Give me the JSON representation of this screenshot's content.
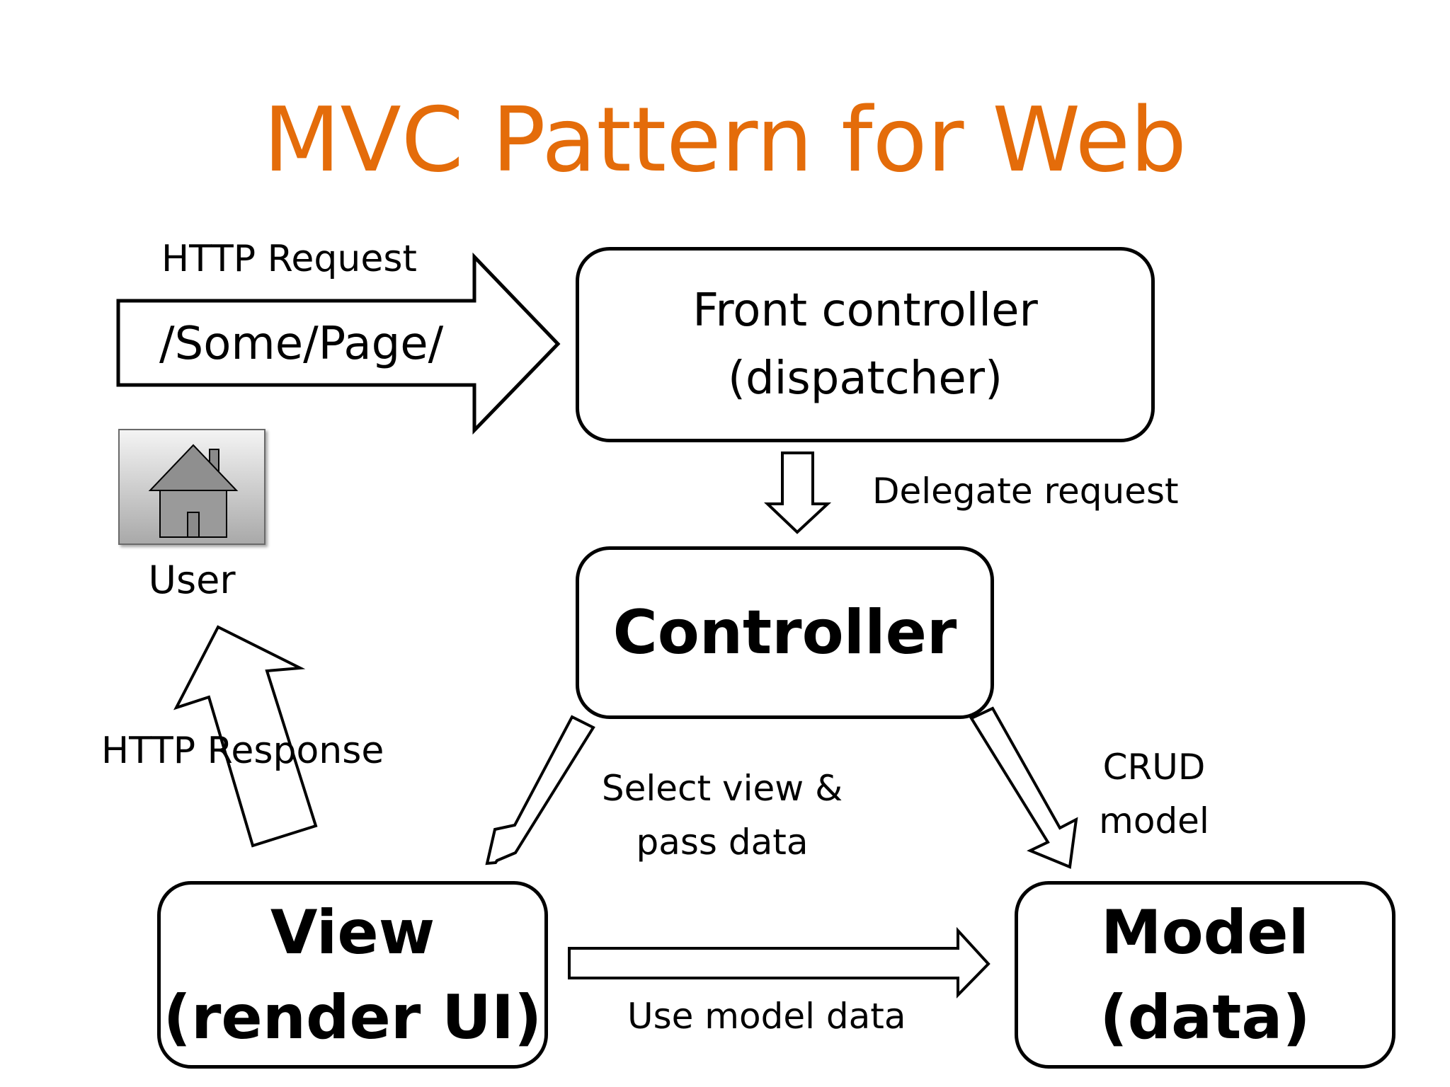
{
  "slide": {
    "title": "MVC Pattern for Web"
  },
  "nodes": {
    "front_controller": {
      "line1": "Front controller",
      "line2": "(dispatcher)"
    },
    "controller": {
      "label": "Controller"
    },
    "view": {
      "line1": "View",
      "line2": "(render UI)"
    },
    "model": {
      "line1": "Model",
      "line2": "(data)"
    },
    "user": {
      "label": "User",
      "icon": "home-icon"
    }
  },
  "edges": {
    "http_request": {
      "label": "HTTP Request",
      "path": "/Some/Page/"
    },
    "delegate": {
      "label": "Delegate request"
    },
    "select_view": {
      "line1": "Select view &",
      "line2": "pass data"
    },
    "crud": {
      "line1": "CRUD",
      "line2": "model"
    },
    "use_model": {
      "label": "Use model data"
    },
    "http_response": {
      "label": "HTTP Response"
    }
  },
  "colors": {
    "title": "#E46C0A",
    "stroke": "#000000"
  }
}
